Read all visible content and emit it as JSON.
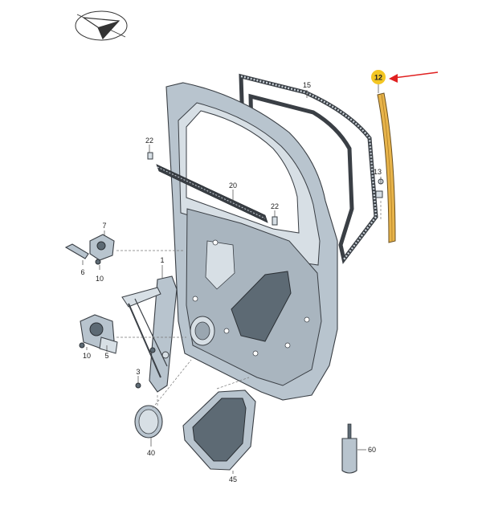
{
  "callouts": {
    "p12": "12",
    "p15": "15",
    "p22a": "22",
    "p22b": "22",
    "p20": "20",
    "p13": "13",
    "p7": "7",
    "p6": "6",
    "p10a": "10",
    "p1": "1",
    "p5": "5",
    "p10b": "10",
    "p3": "3",
    "p40": "40",
    "p45": "45",
    "p60": "60"
  },
  "colors": {
    "highlight_part": "#e8b44a",
    "highlight_badge": "#f3c623",
    "arrow": "#e02020"
  },
  "icons": [
    "orientation-arrow-icon"
  ]
}
